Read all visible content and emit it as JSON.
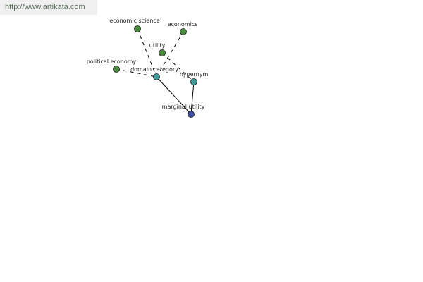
{
  "watermark": {
    "text": "http://www.artikata.com"
  },
  "colors": {
    "leaf_node": "#4a8a3e",
    "relation_node": "#3f9a98",
    "root_node": "#3c4f9c",
    "edge": "#000000"
  },
  "graph": {
    "nodes": [
      {
        "id": "economic-science",
        "label": "economic science",
        "kind": "leaf"
      },
      {
        "id": "economics",
        "label": "economics",
        "kind": "leaf"
      },
      {
        "id": "utility",
        "label": "utility",
        "kind": "leaf"
      },
      {
        "id": "political-economy",
        "label": "political economy",
        "kind": "leaf"
      },
      {
        "id": "domain-category",
        "label": "domain category",
        "kind": "relation"
      },
      {
        "id": "hypernym",
        "label": "hypernym",
        "kind": "relation"
      },
      {
        "id": "marginal-utility",
        "label": "marginal utility",
        "kind": "root"
      }
    ],
    "edges": [
      {
        "from": "economic-science",
        "to": "domain-category",
        "style": "dashed"
      },
      {
        "from": "economics",
        "to": "domain-category",
        "style": "dashed"
      },
      {
        "from": "political-economy",
        "to": "domain-category",
        "style": "dashed"
      },
      {
        "from": "utility",
        "to": "hypernym",
        "style": "dashed"
      },
      {
        "from": "domain-category",
        "to": "marginal-utility",
        "style": "solid"
      },
      {
        "from": "hypernym",
        "to": "marginal-utility",
        "style": "solid"
      }
    ]
  }
}
